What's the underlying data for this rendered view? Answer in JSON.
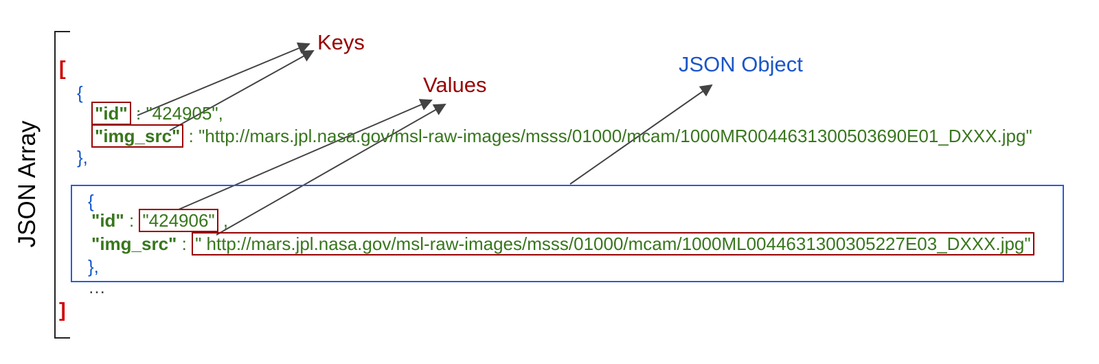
{
  "diagram": {
    "array_label": "JSON Array",
    "open_bracket": "[",
    "close_bracket": "]",
    "ellipsis": "…",
    "labels": {
      "keys": "Keys",
      "values": "Values",
      "json_object": "JSON Object"
    },
    "objects": [
      {
        "open_brace": "{",
        "close_brace": "},",
        "id_key": "\"id\"",
        "id_sep": " : ",
        "id_value": "\"424905\",",
        "img_key": "\"img_src\"",
        "img_sep": " : ",
        "img_value": "\"http://mars.jpl.nasa.gov/msl-raw-images/msss/01000/mcam/1000MR0044631300503690E01_DXXX.jpg\""
      },
      {
        "open_brace": "{",
        "close_brace": "},",
        "id_key": "\"id\"",
        "id_sep": " : ",
        "id_value": "\"424906\"",
        "id_trailing": " ,",
        "img_key": "\"img_src\"",
        "img_sep": " : ",
        "img_value": "\" http://mars.jpl.nasa.gov/msl-raw-images/msss/01000/mcam/1000ML0044631300305227E03_DXXX.jpg\""
      }
    ],
    "colors": {
      "key_value_green": "#38761d",
      "brace_blue": "#1155cc",
      "bracket_red": "#cc0000",
      "annotation_dark_red": "#990000",
      "object_box_blue": "#2a5bd7",
      "arrow_gray": "#434343"
    }
  }
}
